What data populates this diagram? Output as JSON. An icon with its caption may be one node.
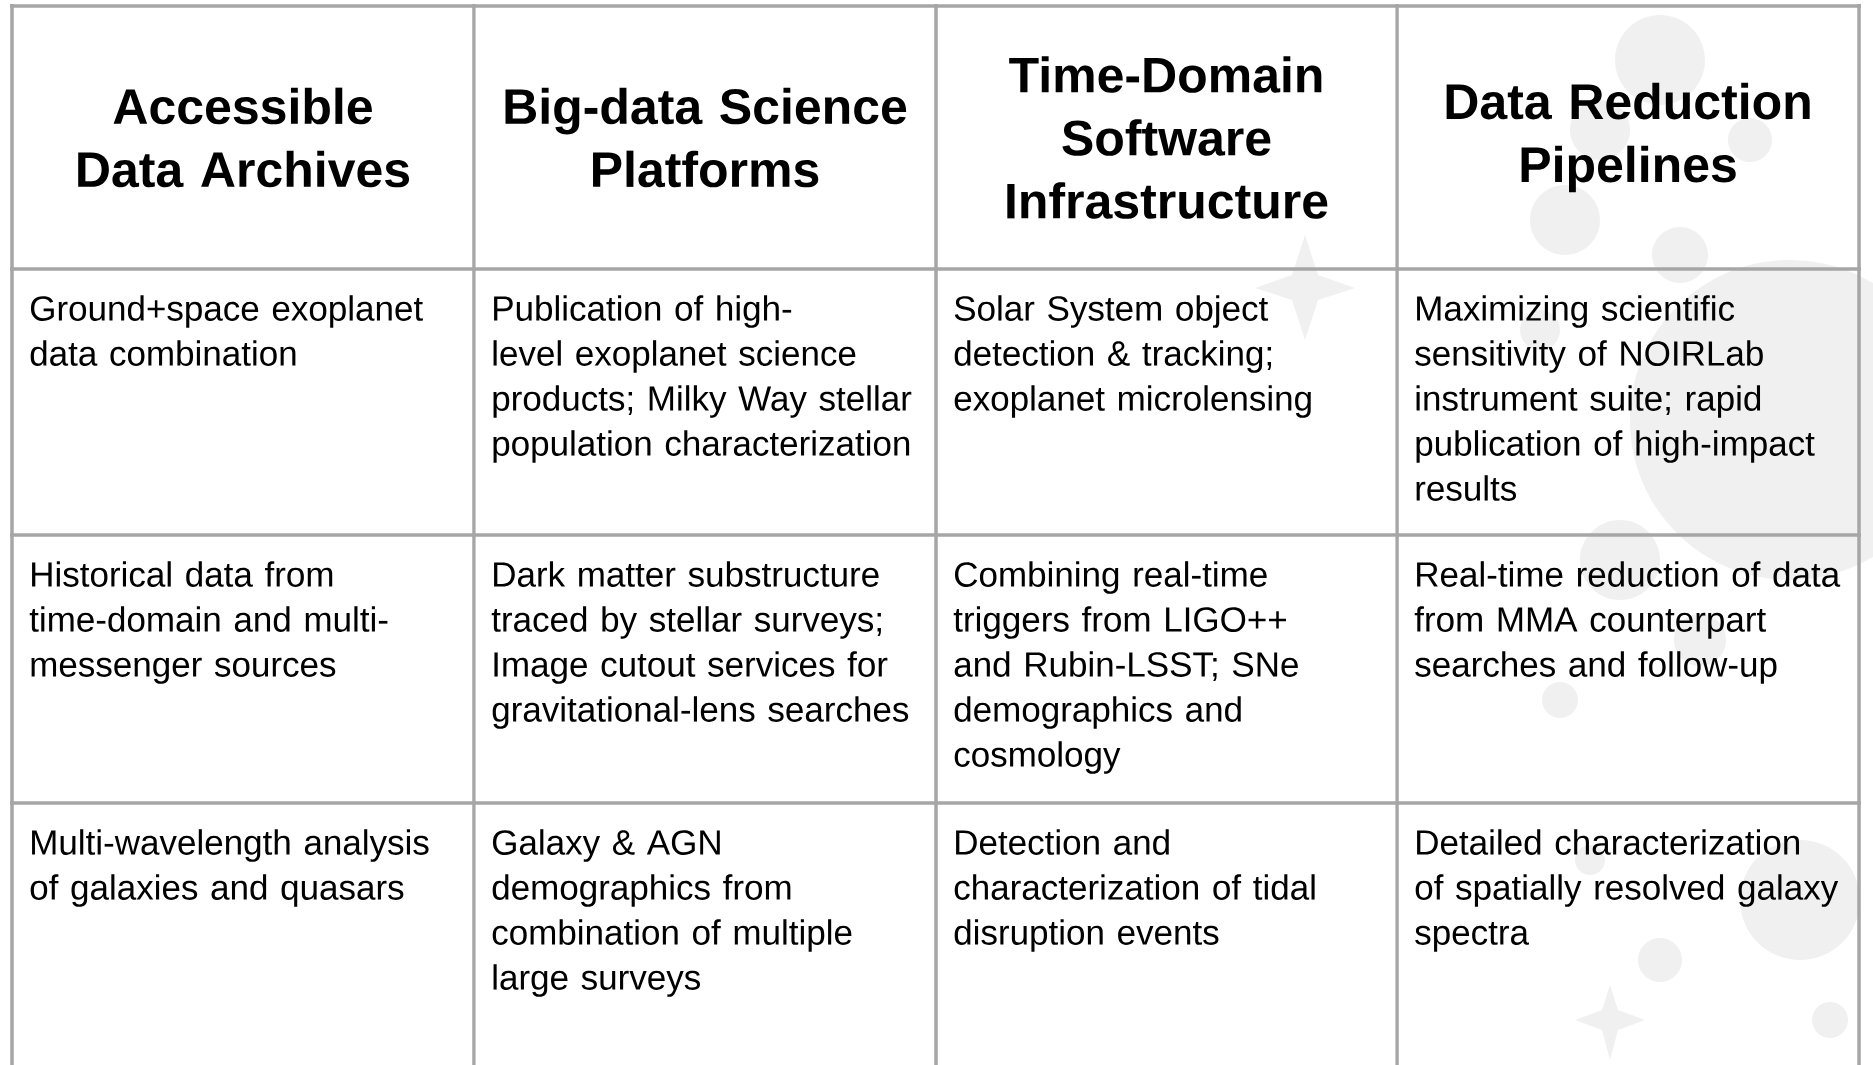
{
  "diagram": {
    "labels": [
      "Accessible Data Archives",
      "Big-data Science Platforms",
      "Time-Domain Software Infrastructure",
      "Data Reduction Pipelines",
      "Ground+space exoplanet data combination",
      "Publication of high-level exoplanet science products; Milky Way stellar population characterization",
      "Solar System object detection & tracking; exoplanet microlensing",
      "Maximizing scientific sensitivity of NOIRLab instrument suite; rapid publication of high-impact results",
      "Historical data from time-domain and multi-messenger sources",
      "Dark matter substructure traced by stellar surveys; Image cutout services for gravitational-lens searches",
      "Combining real-time triggers from LIGO++ and Rubin-LSST; SNe demographics and cosmology",
      "Real-time reduction of data from MMA counterpart searches and follow-up",
      "Multi-wavelength analysis of galaxies and quasars",
      "Galaxy & AGN demographics from combination of multiple large surveys",
      "Detection and characterization of tidal disruption events",
      "Detailed characterization of spatially resolved galaxy spectra"
    ]
  }
}
